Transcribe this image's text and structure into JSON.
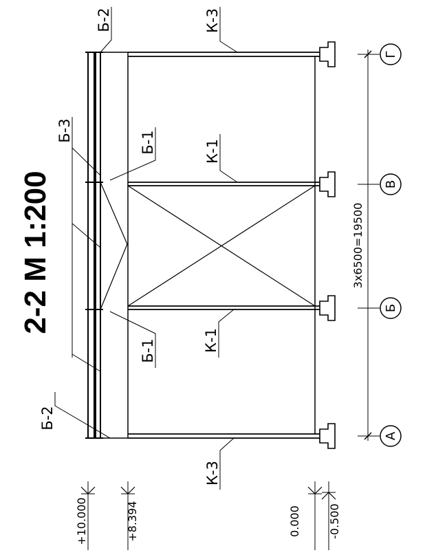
{
  "title": "2-2 М 1:200",
  "dimension": "3х6500=19500",
  "axes": [
    "А",
    "Б",
    "В",
    "Г"
  ],
  "labels": {
    "b2_top": "Б-2",
    "b2_bottom": "Б-2",
    "b3": "Б-3",
    "b1_upper": "Б-1",
    "b1_lower": "Б-1",
    "k3_top": "К-3",
    "k3_bottom": "К-3",
    "k1_upper": "К-1",
    "k1_lower": "К-1"
  },
  "elevations": {
    "top": "+10.000",
    "eaves": "+8.394",
    "floor": "0.000",
    "foundation": "-0.500"
  }
}
